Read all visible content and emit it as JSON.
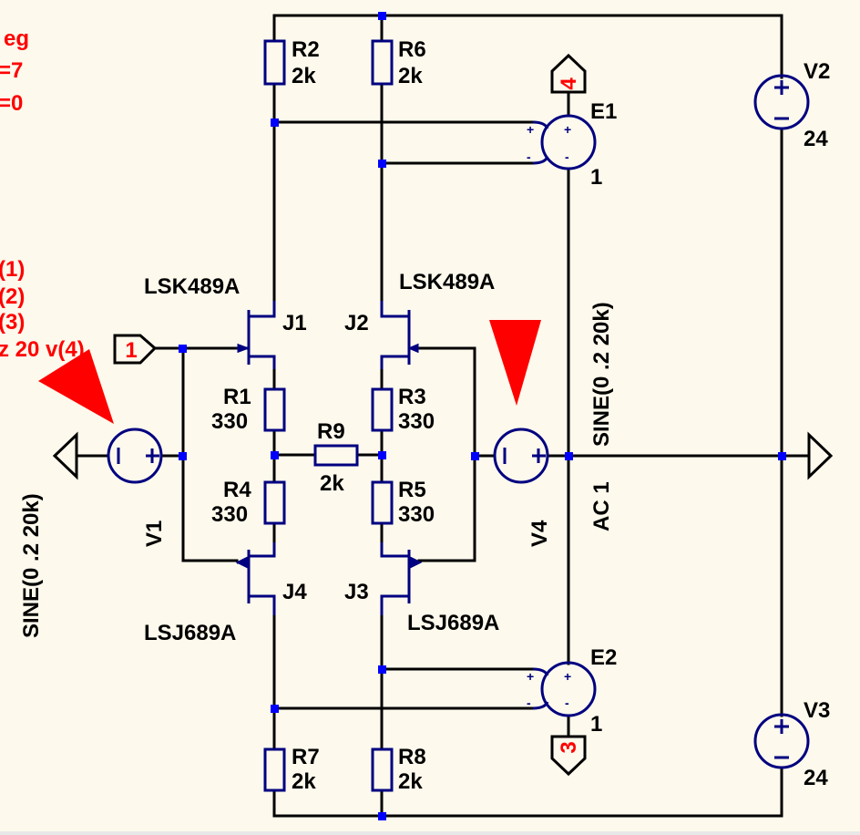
{
  "schematic": {
    "background_color": "#fdf9ec",
    "wire_color": "#000000",
    "component_color": "#000080",
    "junction_color": "#0000ff",
    "annotation_color": "#ff0000",
    "directives": {
      "line1": "eg",
      "line2": "=7",
      "line3": "=0",
      "line4": "(1)",
      "line5": "(2)",
      "line6": "(3)",
      "line7": "z 20 v(4)"
    },
    "components": {
      "R2": {
        "name": "R2",
        "value": "2k"
      },
      "R6": {
        "name": "R6",
        "value": "2k"
      },
      "R1": {
        "name": "R1",
        "value": "330"
      },
      "R3": {
        "name": "R3",
        "value": "330"
      },
      "R4": {
        "name": "R4",
        "value": "330"
      },
      "R5": {
        "name": "R5",
        "value": "330"
      },
      "R9": {
        "name": "R9",
        "value": "2k"
      },
      "R7": {
        "name": "R7",
        "value": "2k"
      },
      "R8": {
        "name": "R8",
        "value": "2k"
      },
      "J1": {
        "name": "J1",
        "model": "LSK489A"
      },
      "J2": {
        "name": "J2",
        "model": "LSK489A"
      },
      "J3": {
        "name": "J3",
        "model": "LSJ689A"
      },
      "J4": {
        "name": "J4",
        "model": "LSJ689A"
      },
      "E1": {
        "name": "E1",
        "gain": "1"
      },
      "E2": {
        "name": "E2",
        "gain": "1"
      },
      "V1": {
        "name": "V1",
        "value": "SINE(0 .2 20k)"
      },
      "V4": {
        "name": "V4",
        "value": "SINE(0 .2 20k)",
        "ac": "AC 1"
      },
      "V2": {
        "name": "V2",
        "value": "24"
      },
      "V3": {
        "name": "V3",
        "value": "24"
      }
    },
    "net_labels": {
      "in_port": "1",
      "e1_port": "4",
      "e2_port": "3"
    },
    "symbols": {
      "plus": "+",
      "minus": "-"
    }
  }
}
